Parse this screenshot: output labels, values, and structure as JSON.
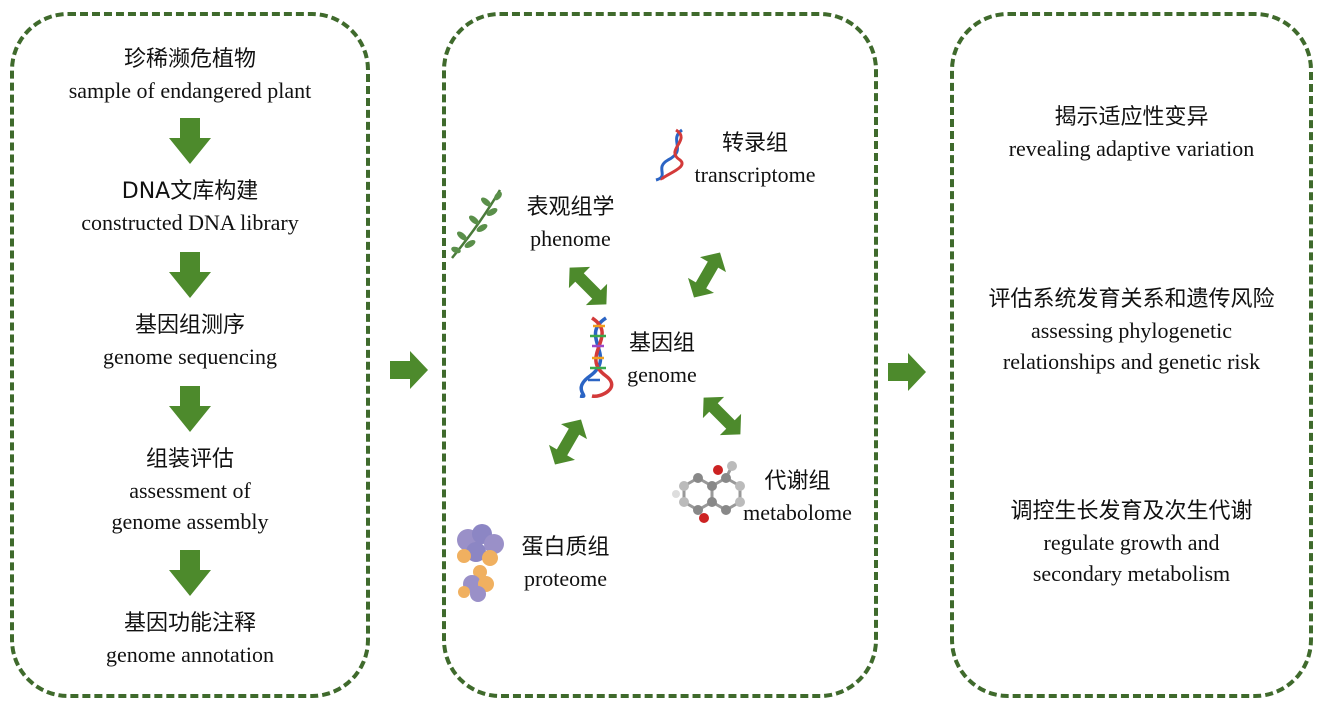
{
  "left_steps": [
    {
      "zh": "珍稀濒危植物",
      "en": "sample of endangered plant"
    },
    {
      "zh": "DNA文库构建",
      "en": "constructed DNA library"
    },
    {
      "zh": "基因组测序",
      "en": "genome sequencing"
    },
    {
      "zh": "组装评估",
      "en": "assessment of",
      "en2": "genome assembly"
    },
    {
      "zh": "基因功能注释",
      "en": "genome annotation"
    }
  ],
  "omics": {
    "center": {
      "zh": "基因组",
      "en": "genome"
    },
    "transcriptome": {
      "zh": "转录组",
      "en": "transcriptome"
    },
    "phenome": {
      "zh": "表观组学",
      "en": "phenome"
    },
    "metabolome": {
      "zh": "代谢组",
      "en": "metabolome"
    },
    "proteome": {
      "zh": "蛋白质组",
      "en": "proteome"
    }
  },
  "outcomes": [
    {
      "zh": "揭示适应性变异",
      "en": "revealing adaptive variation"
    },
    {
      "zh": "评估系统发育关系和遗传风险",
      "en": "assessing phylogenetic",
      "en2": "relationships and genetic risk"
    },
    {
      "zh": "调控生长发育及次生代谢",
      "en": "regulate growth and",
      "en2": "secondary metabolism"
    }
  ],
  "colors": {
    "border": "#3f6a2c",
    "arrow": "#4d8a2c"
  }
}
